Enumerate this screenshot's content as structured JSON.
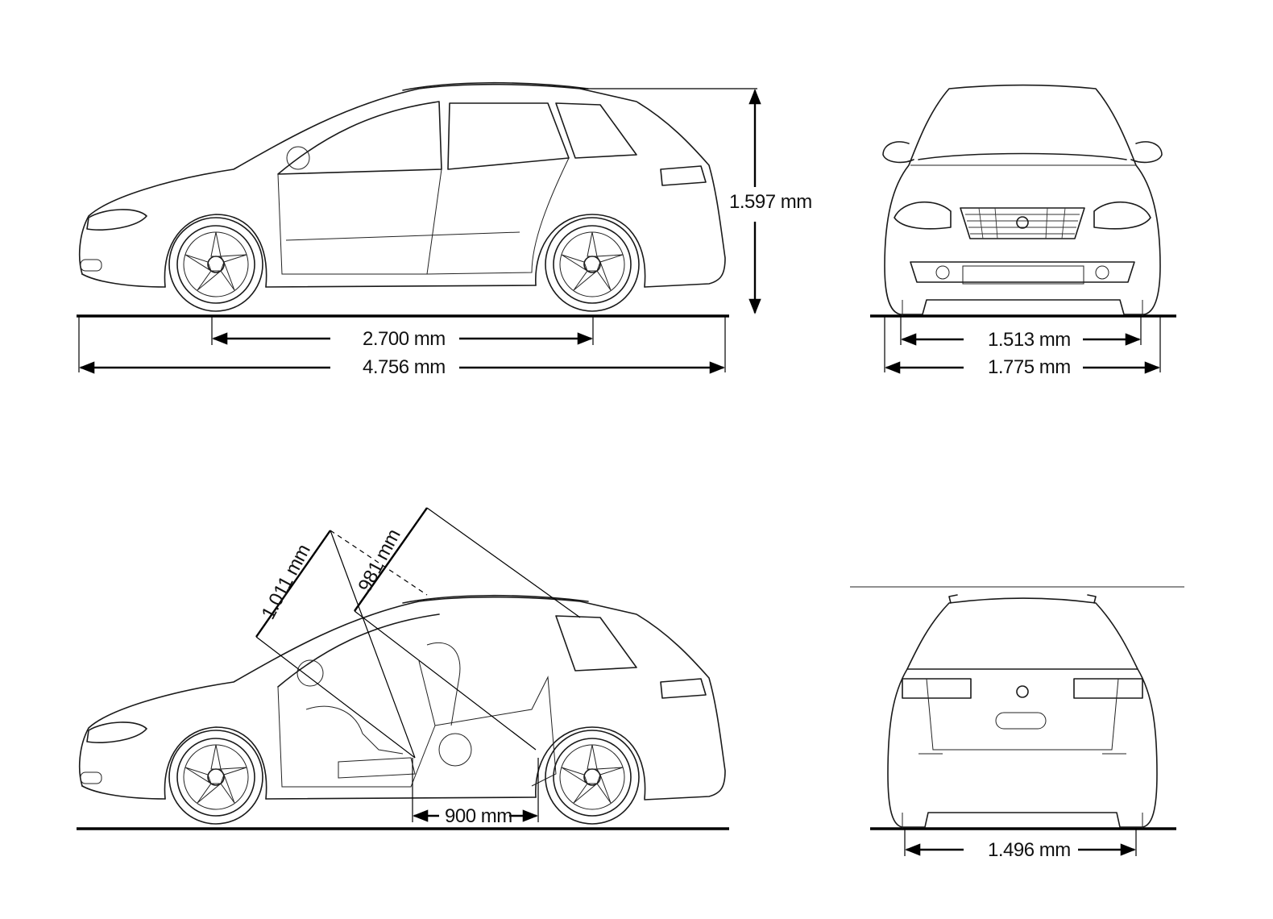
{
  "dimensions": {
    "height": "1.597 mm",
    "wheelbase": "2.700 mm",
    "length": "4.756 mm",
    "front_track": "1.513 mm",
    "width": "1.775 mm",
    "rear_track": "1.496 mm",
    "front_headroom": "1.011 mm",
    "rear_headroom": "981 mm",
    "door_opening": "900 mm"
  },
  "colors": {
    "line": "#1a1a1a",
    "background": "#ffffff"
  }
}
